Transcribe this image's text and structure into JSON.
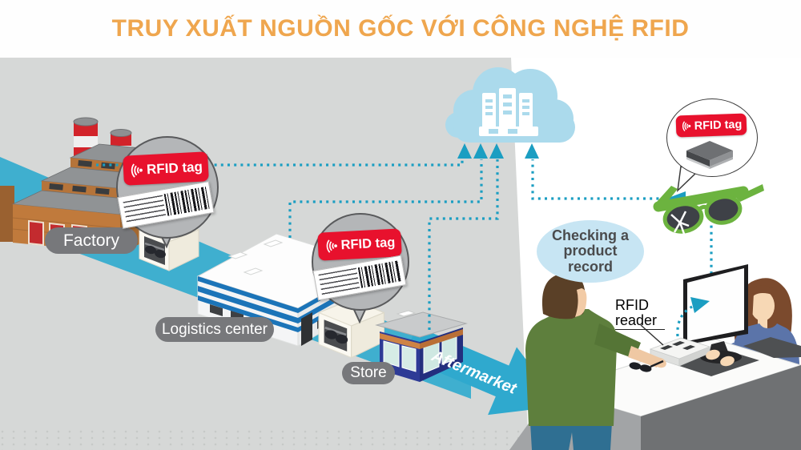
{
  "title": "TRUY XUẤT NGUỒN GỐC VỚI CÔNG NGHỆ RFID",
  "stations": {
    "factory": {
      "label": "Factory"
    },
    "logistics": {
      "label": "Logistics center"
    },
    "store": {
      "label": "Store"
    }
  },
  "flow": {
    "aftermarket": "Aftermarket"
  },
  "tags": {
    "factory_callout": "RFID tag",
    "store_callout": "RFID tag",
    "product_callout": "RFID tag"
  },
  "right_scene": {
    "bubble": "Checking a product record",
    "reader": "RFID reader"
  },
  "icons": {
    "rfid_signal": "rfid-signal-icon",
    "cloud_servers": "server-stack-icon",
    "barcode": "barcode-label-icon",
    "rfid_chip": "rfid-chip-icon"
  },
  "colors": {
    "title_orange": "#EFA64E",
    "flow_teal": "#2FA9CE",
    "signal_teal": "#1B9EC2",
    "tag_red": "#E8112D",
    "cloud_blue": "#ABDAEC",
    "label_pill_gray": "#77787B",
    "bubble_blue": "#C7E5F3",
    "glasses_green": "#6CB33F",
    "background_gray": "#D6D8D7"
  }
}
